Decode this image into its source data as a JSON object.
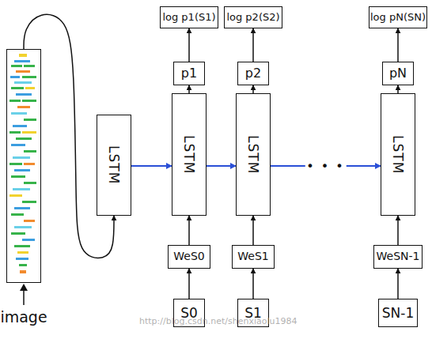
{
  "diagram": {
    "nodes": [
      {
        "text": [
          "image"
        ]
      },
      {
        "text": [
          "LSTM"
        ]
      },
      {
        "text": [
          "log p1(S1)"
        ]
      },
      {
        "text": [
          "p1"
        ]
      },
      {
        "text": [
          "LSTM"
        ]
      },
      {
        "text": [
          "WeS0"
        ]
      },
      {
        "text": [
          "S0"
        ]
      },
      {
        "text": [
          "log p2(S2)"
        ]
      },
      {
        "text": [
          "p2"
        ]
      },
      {
        "text": [
          "LSTM"
        ]
      },
      {
        "text": [
          "WeS1"
        ]
      },
      {
        "text": [
          "S1"
        ]
      },
      {
        "text": [
          "log pN(SN)"
        ]
      },
      {
        "text": [
          "pN"
        ]
      },
      {
        "text": [
          "LSTM"
        ]
      },
      {
        "text": [
          "WeSN-1"
        ]
      },
      {
        "text": [
          "SN-1"
        ]
      }
    ],
    "edges": [
      {
        "from": 0,
        "to": 1,
        "arrow": "to"
      },
      {
        "from": 1,
        "to": 4,
        "arrow": "to"
      },
      {
        "from": 4,
        "to": 9,
        "arrow": "to"
      },
      {
        "from": 9,
        "to": 14,
        "label": "• • •",
        "arrow": "to"
      },
      {
        "from": 6,
        "to": 5,
        "arrow": "to"
      },
      {
        "from": 5,
        "to": 4,
        "arrow": "to"
      },
      {
        "from": 4,
        "to": 3,
        "arrow": "to"
      },
      {
        "from": 3,
        "to": 2,
        "arrow": "to"
      },
      {
        "from": 11,
        "to": 10,
        "arrow": "to"
      },
      {
        "from": 10,
        "to": 9,
        "arrow": "to"
      },
      {
        "from": 9,
        "to": 8,
        "arrow": "to"
      },
      {
        "from": 8,
        "to": 7,
        "arrow": "to"
      },
      {
        "from": 16,
        "to": 15,
        "arrow": "to"
      },
      {
        "from": 15,
        "to": 14,
        "arrow": "to"
      },
      {
        "from": 14,
        "to": 13,
        "arrow": "to"
      },
      {
        "from": 13,
        "to": 12,
        "arrow": "to"
      }
    ],
    "labels": [
      "http://blog.csdn.net/shenxiaolu1984"
    ]
  }
}
